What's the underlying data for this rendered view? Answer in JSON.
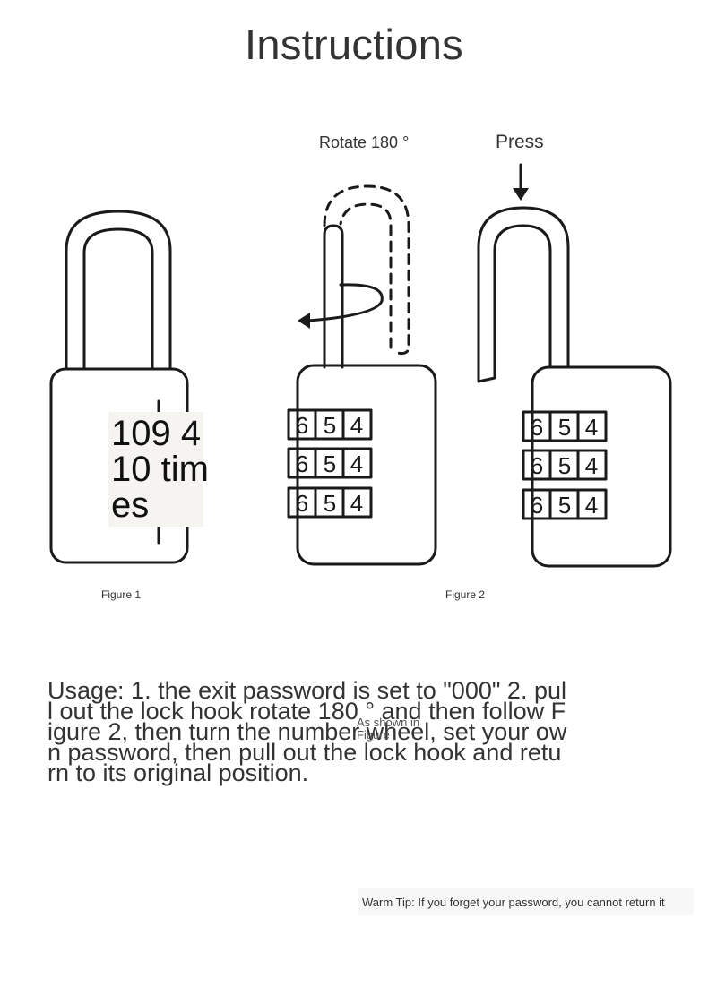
{
  "page": {
    "title": "Instructions",
    "rotate_label": "Rotate 180 °",
    "press_label": "Press",
    "figure1_caption": "Figure 1",
    "figure2_caption": "Figure 2",
    "overlay_text": "109 410 times",
    "usage_text": "Usage: 1. the exit password is set to \"000\" 2. pull out the lock hook rotate 180 ° and then follow Figure 2, then turn the number wheel, set your own password, then pull out the lock hook and return to its original position.",
    "shown_note": "As shown in Figure",
    "warm_tip": "Warm Tip: If you forget your password, you cannot return it"
  },
  "locks": {
    "lock2_digits": [
      "6",
      "5",
      "4"
    ],
    "lock3_digits": [
      "6",
      "5",
      "4"
    ]
  }
}
